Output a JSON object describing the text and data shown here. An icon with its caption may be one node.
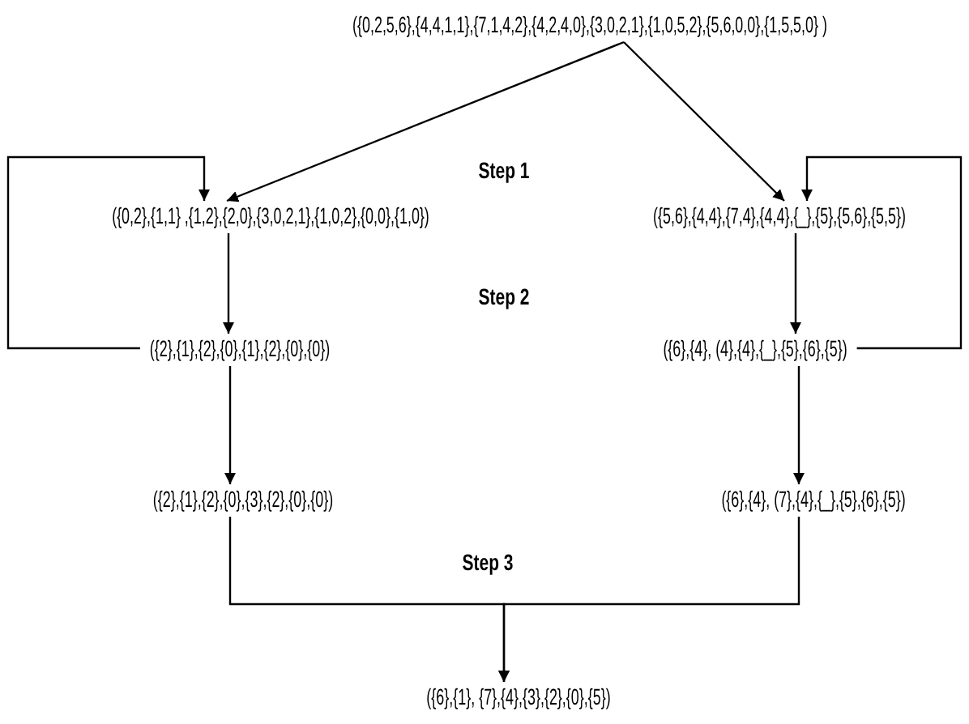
{
  "diagram": {
    "nodes": [
      {
        "text": [
          "({0,2,5,6},{4,4,1,1},{7,1,4,2},{4,2,4,0},{3,0,2,1},{1,0,5,2},{5,6,0,0},{1,5,5,0} )"
        ]
      },
      {
        "text": [
          "({0,2},{1,1} ,{1,2},{2,0},{3,0,2,1},{1,0,2},{0,0},{1,0})"
        ]
      },
      {
        "text": [
          "({5,6},{4,4},{7,4},{4,4},{_},{5},{5,6},{5,5})"
        ]
      },
      {
        "text": [
          "({2},{1},{2},{0},{1},{2},{0},{0})"
        ]
      },
      {
        "text": [
          "({6},{4}, (4},{4},{_},{5},{6},{5})"
        ]
      },
      {
        "text": [
          "({2},{1},{2},{0},{3},{2},{0},{0})"
        ]
      },
      {
        "text": [
          "({6},{4}, (7},{4},{_},{5},{6},{5})"
        ]
      },
      {
        "text": [
          "({6},{1}, {7},{4},{3},{2},{0},{5})"
        ]
      }
    ],
    "edges": [
      {
        "from": 0,
        "to": 1,
        "arrow": "to"
      },
      {
        "from": 0,
        "to": 2,
        "arrow": "to"
      },
      {
        "from": 1,
        "to": 3,
        "arrow": "to"
      },
      {
        "from": 2,
        "to": 4,
        "arrow": "to"
      },
      {
        "from": 3,
        "to": 1,
        "arrow": "to"
      },
      {
        "from": 4,
        "to": 2,
        "arrow": "to"
      },
      {
        "from": 3,
        "to": 5,
        "arrow": "to"
      },
      {
        "from": 4,
        "to": 6,
        "arrow": "to"
      },
      {
        "from": 5,
        "to": 7,
        "arrow": "to"
      },
      {
        "from": 6,
        "to": 7,
        "arrow": "to"
      }
    ],
    "labels": [
      "Step 1",
      "Step 2",
      "Step 3"
    ]
  }
}
